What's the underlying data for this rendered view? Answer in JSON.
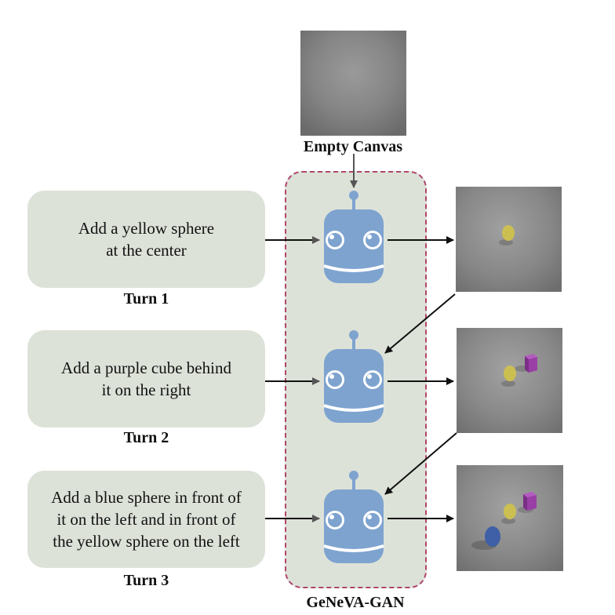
{
  "canvas": {
    "label": "Empty Canvas"
  },
  "model": {
    "label": "GeNeVA-GAN"
  },
  "turns": [
    {
      "instruction": "Add a yellow sphere\nat the  center",
      "label": "Turn 1"
    },
    {
      "instruction": "Add a purple cube behind\nit on the right",
      "label": "Turn 2"
    },
    {
      "instruction": "Add a blue sphere in front of\nit on the left and in front of\nthe yellow sphere on the left",
      "label": "Turn 3"
    }
  ],
  "colors": {
    "box_fill": "#dde2d9",
    "panel_border": "#b0456b",
    "robot": "#7ea3cf",
    "yellow_sphere": "#cbbf52",
    "purple_cube": "#9a3fa6",
    "blue_sphere": "#3f5fa6"
  }
}
